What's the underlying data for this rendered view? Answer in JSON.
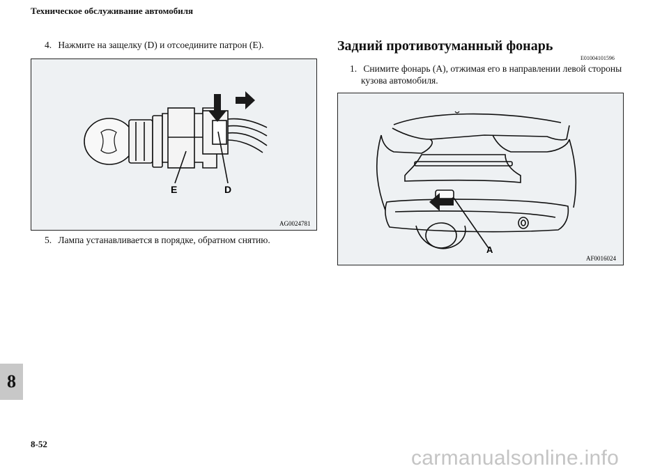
{
  "header": {
    "title": "Техническое обслуживание автомобиля"
  },
  "left": {
    "step4": {
      "num": "4.",
      "text": "Нажмите на защелку (D) и отсоедините патрон (E)."
    },
    "figure": {
      "code": "AG0024781",
      "label_e": "E",
      "label_d": "D"
    },
    "step5": {
      "num": "5.",
      "text": "Лампа устанавливается в порядке, обратном снятию."
    }
  },
  "right": {
    "section_title": "Задний противотуманный фонарь",
    "section_code": "E01004101596",
    "step1": {
      "num": "1.",
      "line1": "Снимите фонарь (A), отжимая его в направлении левой стороны",
      "line2": "кузова автомобиля."
    },
    "figure": {
      "code": "AF0016024",
      "label_a": "A"
    }
  },
  "chapter_tab": "8",
  "page_number": "8-52",
  "watermark": "carmanualsonline.info"
}
